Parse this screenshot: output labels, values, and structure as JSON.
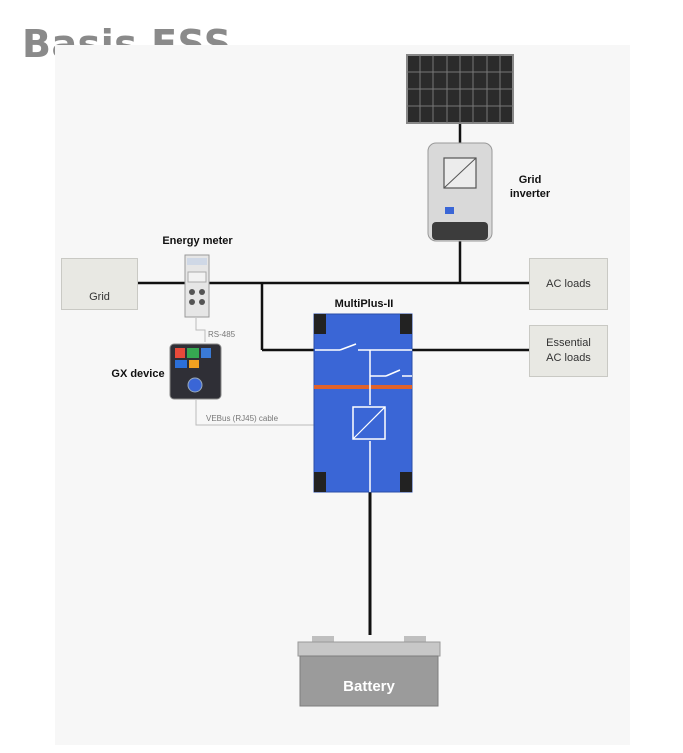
{
  "title": "Basis ESS",
  "components": {
    "grid": {
      "label": "Grid",
      "icon": "pylon-icon"
    },
    "energy_meter": {
      "label": "Energy meter",
      "icon": "energy-meter-icon"
    },
    "rs485": {
      "label": "RS-485"
    },
    "gx_device": {
      "label": "GX device",
      "icon": "gx-device-icon"
    },
    "vebus": {
      "label": "VEBus (RJ45) cable"
    },
    "solar_panel": {
      "icon": "solar-panel-icon"
    },
    "grid_inverter": {
      "label_line1": "Grid",
      "label_line2": "inverter",
      "icon": "grid-inverter-icon"
    },
    "multiplus": {
      "label": "MultiPlus-II",
      "icon": "inverter-charger-icon"
    },
    "ac_loads": {
      "label": "AC loads"
    },
    "essential_loads": {
      "label_line1": "Essential",
      "label_line2": "AC loads"
    },
    "battery": {
      "label": "Battery",
      "icon": "battery-icon"
    }
  },
  "colors": {
    "multiplus_blue": "#3a66d6",
    "accent_orange": "#e0622a",
    "wire": "#111111",
    "title_gray": "#8a8a8a"
  }
}
